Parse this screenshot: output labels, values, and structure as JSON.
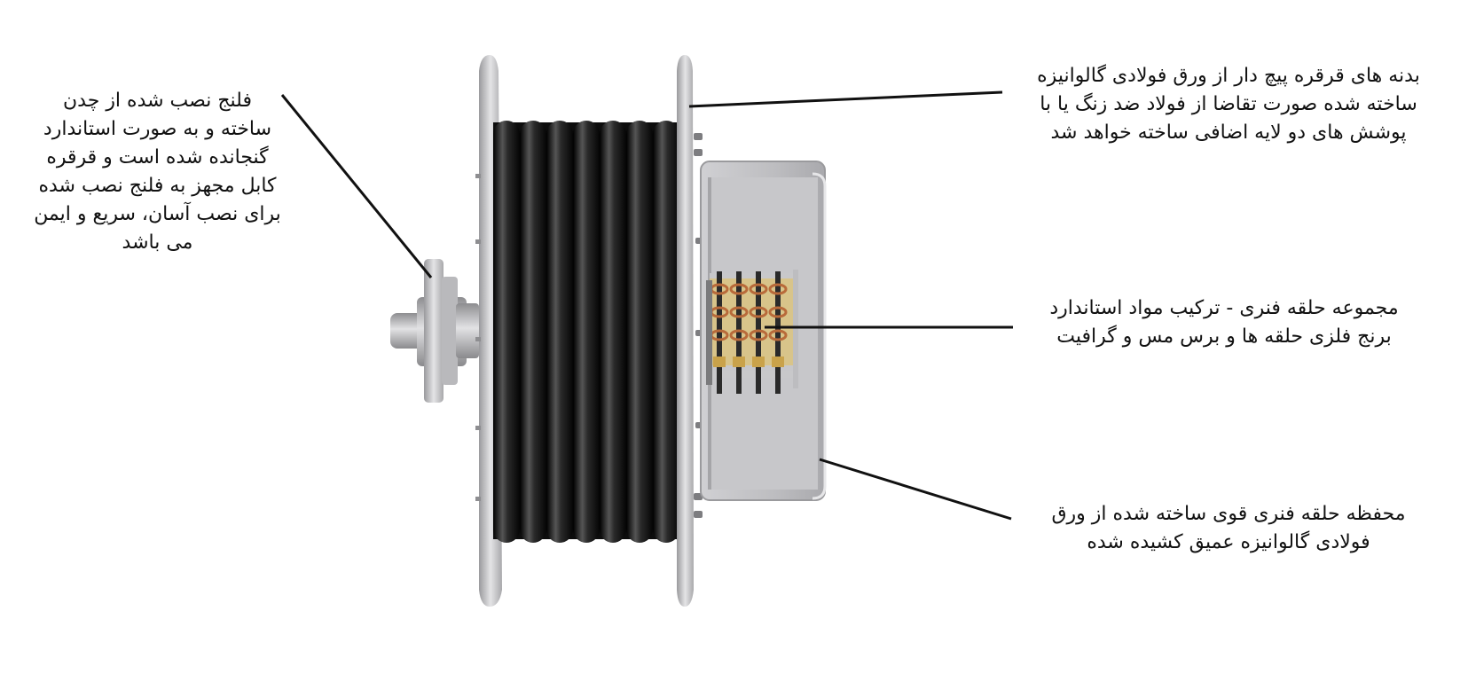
{
  "labels": {
    "flange": {
      "lines": [
        "فلنج نصب شده از چدن",
        "ساخته و به صورت استاندارد",
        "گنجانده شده است و قرقره",
        "کابل مجهز به فلنج نصب شده",
        "برای نصب آسان، سریع و ایمن",
        "می باشد"
      ]
    },
    "body": {
      "lines": [
        "بدنه های قرقره پیچ دار از ورق فولادی گالوانیزه",
        "ساخته شده صورت تقاضا از فولاد ضد زنگ یا با",
        "پوشش های دو لایه اضافی ساخته خواهد شد"
      ]
    },
    "slipring": {
      "lines": [
        "مجموعه حلقه فنری - ترکیب مواد استاندارد",
        "برنج فلزی حلقه ها و برس مس و گرافیت"
      ]
    },
    "housing": {
      "lines": [
        "محفظه حلقه فنری قوی ساخته شده از ورق",
        "فولادی گالوانیزه عمیق کشیده شده"
      ]
    }
  },
  "colors": {
    "cable": "#1c1c1c",
    "steel": "#c4c4c6",
    "brass": "#c9a24a",
    "copper": "#b86a3a",
    "leader": "#111111"
  }
}
